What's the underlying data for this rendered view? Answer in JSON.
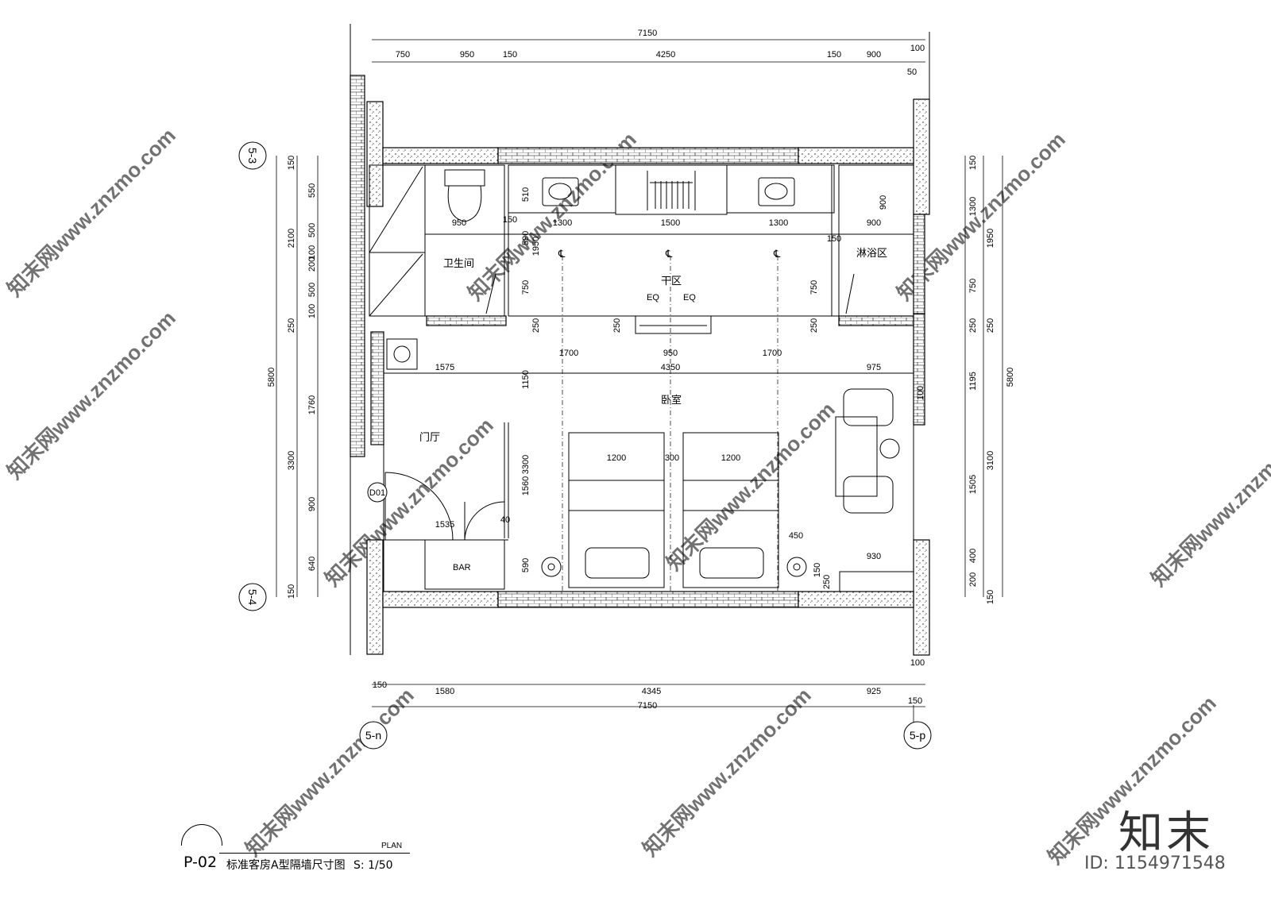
{
  "title_block": {
    "code": "P-02",
    "title": "标准客房A型隔墙尺寸图",
    "scale": "S: 1/50",
    "plan": "PLAN"
  },
  "watermark": {
    "text": "知末网www.znzmo.com",
    "brand": "知末",
    "id": "ID: 1154971548"
  },
  "grid_bubbles": {
    "top_left": "5-3",
    "bottom_left": "5-4",
    "bottom_1": "5-n",
    "bottom_2": "5-p"
  },
  "rooms": {
    "bathroom": "卫生间",
    "dry_zone": "干区",
    "shower": "淋浴区",
    "bedroom": "卧室",
    "foyer": "门厅",
    "bar": "BAR",
    "door_tag": "D01"
  },
  "centerline_mark": "℄",
  "dims": {
    "top_total": "7150",
    "top_row": [
      "750",
      "950",
      "150",
      "4250",
      "150",
      "900",
      "100"
    ],
    "top_small": "50",
    "bottom_total": "7150",
    "bottom_row": [
      "150",
      "1580",
      "4345",
      "925"
    ],
    "bottom_small_top": "100",
    "bottom_small_bot": "150",
    "left_total": "5800",
    "left_mid": [
      "2100",
      "250",
      "3300",
      "150",
      "150"
    ],
    "left_inner": [
      "550",
      "500",
      "100",
      "200",
      "500",
      "100",
      "250",
      "1760",
      "900",
      "640",
      "150"
    ],
    "right_total": "5800",
    "right_mid": [
      "1950",
      "250",
      "3100",
      "150"
    ],
    "right_inner": [
      "150",
      "1300",
      "750",
      "250",
      "1195",
      "1505",
      "400",
      "200"
    ],
    "inner": {
      "wc_950": "950",
      "wc_150": "150",
      "vanity_1300_l": "1300",
      "wardrobe_1500": "1500",
      "vanity_1300_r": "1300",
      "shower_900_h": "900",
      "shower_900_v": "900",
      "shower_150": "150",
      "v510": "510",
      "v590": "590",
      "v1950": "1950",
      "v750_l": "750",
      "v250_l": "250",
      "eq1": "EQ",
      "eq2": "EQ",
      "v250_tv": "250",
      "v750_r": "750",
      "v250_r": "250",
      "w1700_l": "1700",
      "w950": "950",
      "w1700_r": "1700",
      "w1575": "1575",
      "w4350": "4350",
      "w975": "975",
      "v100": "100",
      "v1150": "1150",
      "v3300": "3300",
      "v1560": "1560",
      "v590_b": "590",
      "bed_l": "1200",
      "bed_gap": "300",
      "bed_r": "1200",
      "w450": "450",
      "w930": "930",
      "w1535": "1535",
      "w40": "40",
      "v150_s": "150",
      "v250_s": "250"
    }
  }
}
